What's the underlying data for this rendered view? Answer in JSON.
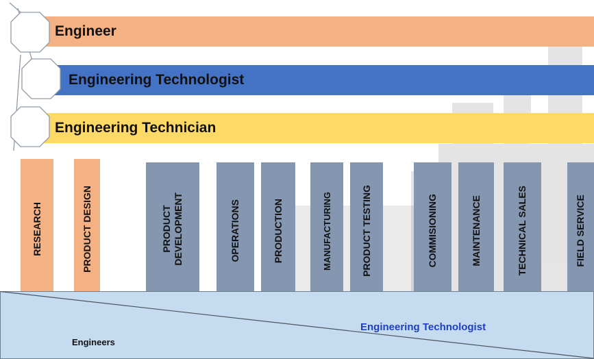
{
  "bands": [
    {
      "label": "Engineer",
      "color": "#f4b183"
    },
    {
      "label": "Engineering Technologist",
      "color": "#4472c4"
    },
    {
      "label": "Engineering Technician",
      "color": "#ffd966"
    }
  ],
  "columns": [
    "RESEARCH",
    "PRODUCT DESIGN",
    "PRODUCT\nDEVELOPMENT",
    "OPERATIONS",
    "PRODUCTION",
    "MANUFACTURING",
    "PRODUCT TESTING",
    "COMMISIONING",
    "MAINTENANCE",
    "TECHNICAL SALES",
    "FIELD SERVICE"
  ],
  "wedge": {
    "top_label": "Engineering Technologist",
    "bottom_label": "Engineers",
    "top_color": "#1f3fbf"
  },
  "colors": {
    "orange": "#f4b183",
    "slate": "#8496b0",
    "wedge_fill": "#c5dcf0"
  }
}
